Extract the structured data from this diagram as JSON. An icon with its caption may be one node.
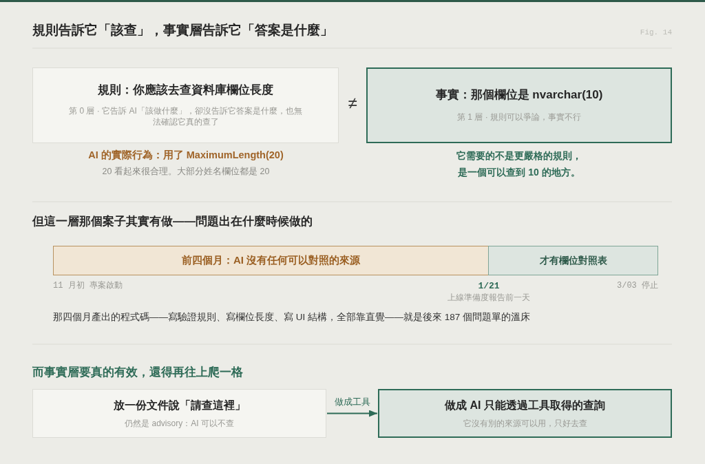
{
  "diagram": {
    "title": "規則告訴它「該查」，事實層告訴它「答案是什麼」",
    "nodes": [
      {
        "text": [
          "規則：你應該去查資料庫欄位長度",
          "第 0 層 · 它告訴 AI「該做什麼」，卻沒告訴它答案是什麼，也無法確認它真的查了"
        ],
        "beside": [
          "AI 的實際行為：用了 MaximumLength(20)",
          "20 看起來很合理。大部分姓名欄位都是 20"
        ]
      },
      {
        "text": [
          "事實：那個欄位是 nvarchar(10)",
          "第 1 層 · 規則可以爭論，事實不行"
        ],
        "beside": [
          "它需要的不是更嚴格的規則，是一個可以查到 10 的地方。"
        ]
      },
      {
        "text": [
          "前四個月：AI 沒有任何可以對照的來源"
        ]
      },
      {
        "text": [
          "才有欄位對照表"
        ]
      },
      {
        "text": [
          "放一份文件說「請查這裡」",
          "仍然是 advisory：AI 可以不查"
        ]
      },
      {
        "text": [
          "做成 AI 只能透過工具取得的查詢",
          "它沒有別的來源可以用，只好去查"
        ]
      }
    ],
    "edges": [
      {
        "from": 4,
        "to": 5,
        "arrow": "to",
        "label": "做成工具"
      }
    ],
    "labels": [
      "Fig. 14",
      "≠",
      "但這一層那個案子其實有做——問題出在什麼時候做的",
      "11 月初 專案啟動",
      "1/21",
      "上線準備度報告前一天",
      "3/03 停止",
      "那四個月產出的程式碼——寫驗證規則、寫欄位長度、寫 UI 結構，全部靠直覺——就是後來 187 個問題單的溫床",
      "而事實層要真的有效，還得再往上爬一格"
    ]
  }
}
